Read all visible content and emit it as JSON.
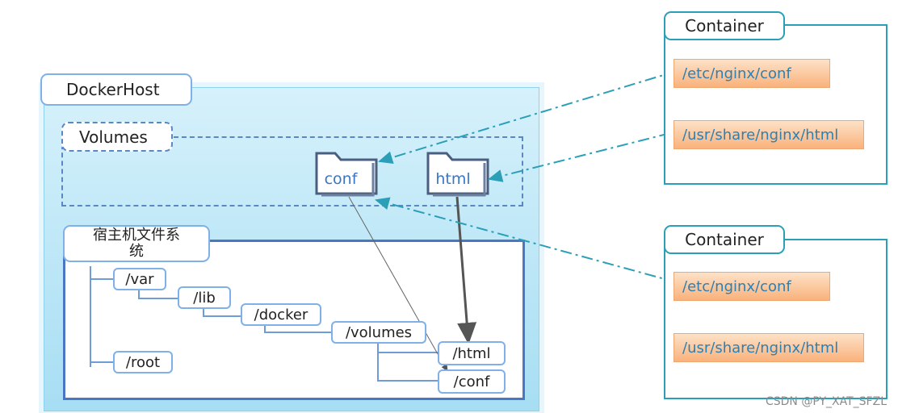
{
  "docker_host": {
    "title": "DockerHost"
  },
  "volumes": {
    "title": "Volumes",
    "folders": [
      {
        "label": "conf"
      },
      {
        "label": "html"
      }
    ]
  },
  "host_fs": {
    "title_line1": "宿主机文件系",
    "title_line2": "统",
    "paths": {
      "var": "/var",
      "lib": "/lib",
      "docker": "/docker",
      "volumes": "/volumes",
      "html": "/html",
      "conf": "/conf",
      "root": "/root"
    }
  },
  "containers": [
    {
      "title": "Container",
      "paths": [
        "/etc/nginx/conf",
        "/usr/share/nginx/html"
      ]
    },
    {
      "title": "Container",
      "paths": [
        "/etc/nginx/conf",
        "/usr/share/nginx/html"
      ]
    }
  ],
  "watermark": "CSDN @PY_XAT_SFZL",
  "colors": {
    "host_fill": "#a7def3",
    "dashed_border": "#5b87c3",
    "container_border": "#2b9fb7",
    "mount_arrow": "#2b9fb7",
    "path_box_fill": "#f9b27c",
    "path_text": "#2f7fb0",
    "folder_label": "#3a76c4"
  }
}
